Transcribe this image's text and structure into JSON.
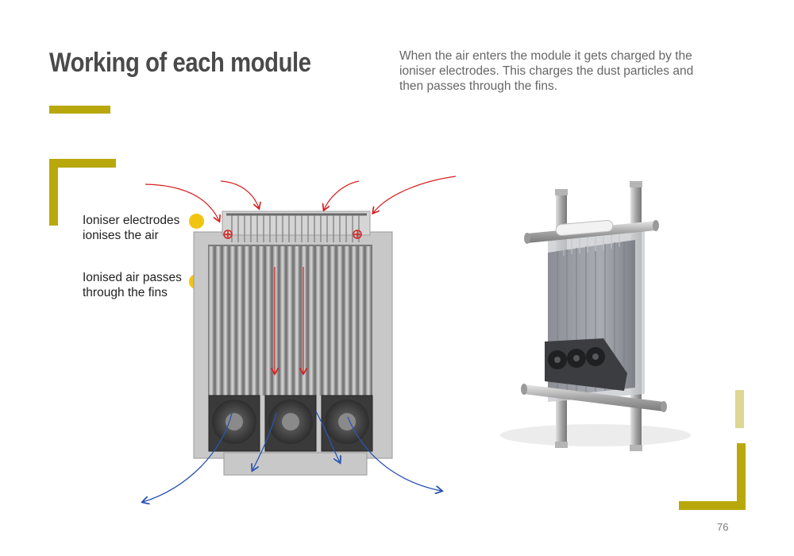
{
  "page": {
    "title": "Working of each module",
    "intro": "When the air enters the module it gets charged by the ioniser electrodes. This charges the dust particles and then passes through the fins.",
    "page_number": "76"
  },
  "callouts": [
    {
      "line1": "Ioniser electrodes",
      "line2": "ionises the air"
    },
    {
      "line1": "Ionised air passes",
      "line2": "through the fins"
    }
  ],
  "colors": {
    "accent": "#b9a80c",
    "accent_light": "#ded693",
    "dot": "#f1c40f",
    "inflow_arrow": "#d62020",
    "outflow_arrow": "#2a55b0"
  }
}
